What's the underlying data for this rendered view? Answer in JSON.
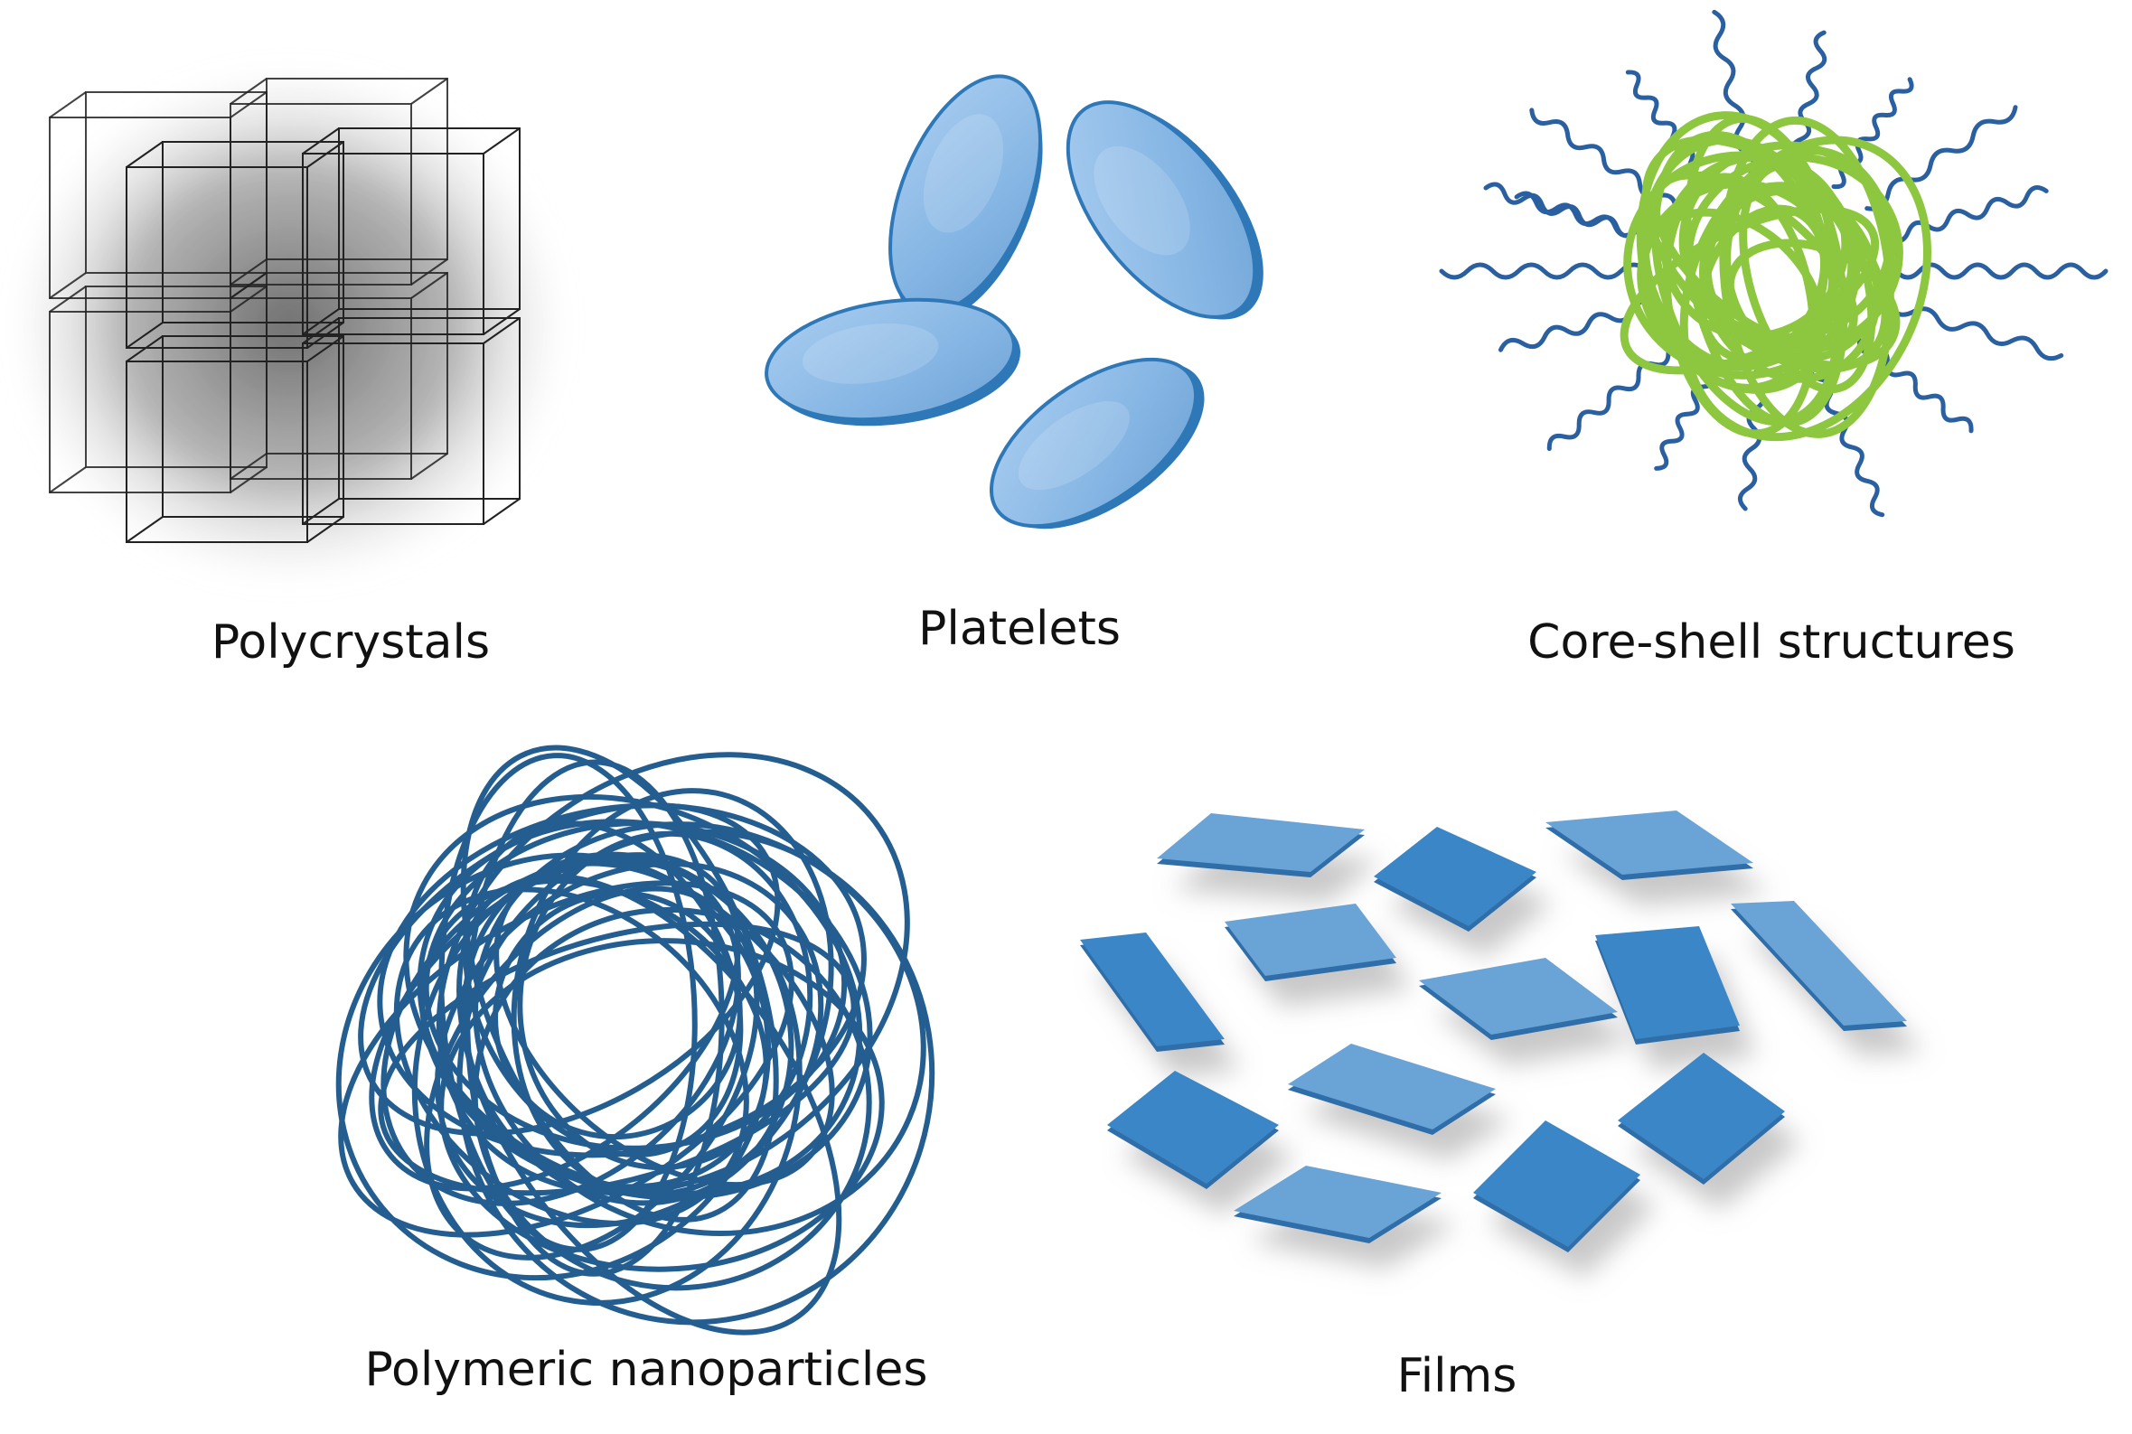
{
  "panels": [
    {
      "id": "polycrystals",
      "label": "Polycrystals"
    },
    {
      "id": "platelets",
      "label": "Platelets"
    },
    {
      "id": "core-shell",
      "label": "Core-shell structures"
    },
    {
      "id": "polymeric",
      "label": "Polymeric nanoparticles"
    },
    {
      "id": "films",
      "label": "Films"
    }
  ],
  "colors": {
    "platelet_fill": "#8fbbe6",
    "platelet_edge": "#2f78b8",
    "core": "#8dc63f",
    "chain": "#2a5fa0",
    "polymer": "#245d8f",
    "film_light": "#6aa3d6",
    "film_dark": "#3b86c6",
    "film_shadow": "#9a9a9a",
    "cube_line": "#222222"
  }
}
